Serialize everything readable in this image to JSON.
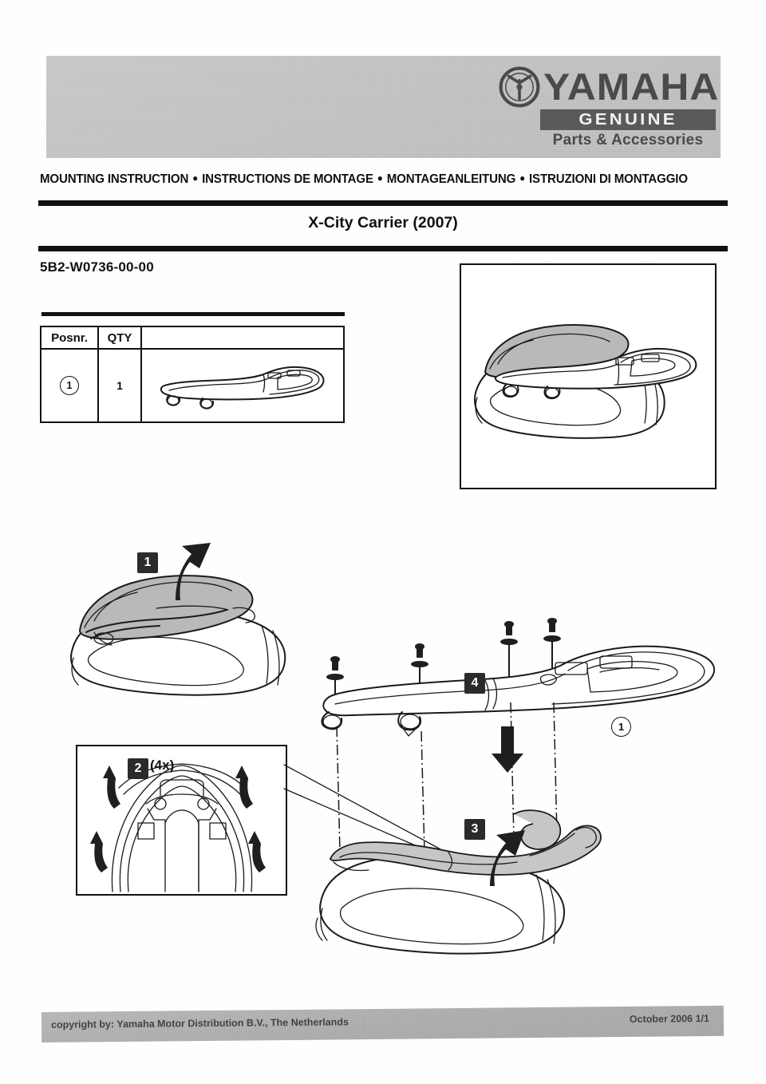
{
  "document": {
    "type": "mounting-instruction-sheet",
    "title": "X-City Carrier (2007)",
    "part_number": "5B2-W0736-00-00",
    "language_line": {
      "en": "MOUNTING INSTRUCTION",
      "fr": "INSTRUCTIONS DE MONTAGE",
      "de": "MONTAGEANLEITUNG",
      "it": "ISTRUZIONI DI MONTAGGIO",
      "separator": "●"
    }
  },
  "brand": {
    "wordmark": "YAMAHA",
    "genuine": "GENUINE",
    "tagline": "Parts & Accessories",
    "band_color": "#c2c2c2",
    "genuine_bar_color": "#5a5a5a",
    "wordmark_color": "#4a4a4a"
  },
  "parts_table": {
    "headers": [
      "Posnr.",
      "QTY",
      ""
    ],
    "rows": [
      {
        "posnr": "1",
        "qty": "1",
        "image": "carrier-rack-part-illustration"
      }
    ]
  },
  "result_figure": {
    "name": "installed-carrier-on-scooter",
    "caption": ""
  },
  "steps": [
    {
      "number": "1",
      "badge": "1",
      "multiplier": "",
      "action": "lift-and-remove-seat",
      "arrow": "curved-up"
    },
    {
      "number": "2",
      "badge": "2",
      "multiplier": "(4x)",
      "action": "remove-four-fasteners-under-seat",
      "arrow": "four-up-arrows"
    },
    {
      "number": "3",
      "badge": "3",
      "multiplier": "",
      "action": "remove-grab-rail-handle",
      "arrow": "up"
    },
    {
      "number": "4",
      "badge": "4",
      "multiplier": "",
      "action": "fit-carrier-and-tighten-bolts",
      "arrow": "down"
    }
  ],
  "callouts": [
    {
      "label": "1",
      "refers_to": "carrier-rack",
      "style": "circled"
    }
  ],
  "hardware": {
    "bolts_shown": 4,
    "bolt_type": "flange-bolt-with-washer"
  },
  "footer": {
    "copyright": "copyright by: Yamaha Motor Distribution B.V., The Netherlands",
    "date": "October 2006 1/1",
    "band_color": "#ababab"
  },
  "colors": {
    "ink": "#1a1a1a",
    "paper": "#fefefe",
    "shade": "#b9b9b9",
    "badge": "#2b2b2b"
  }
}
